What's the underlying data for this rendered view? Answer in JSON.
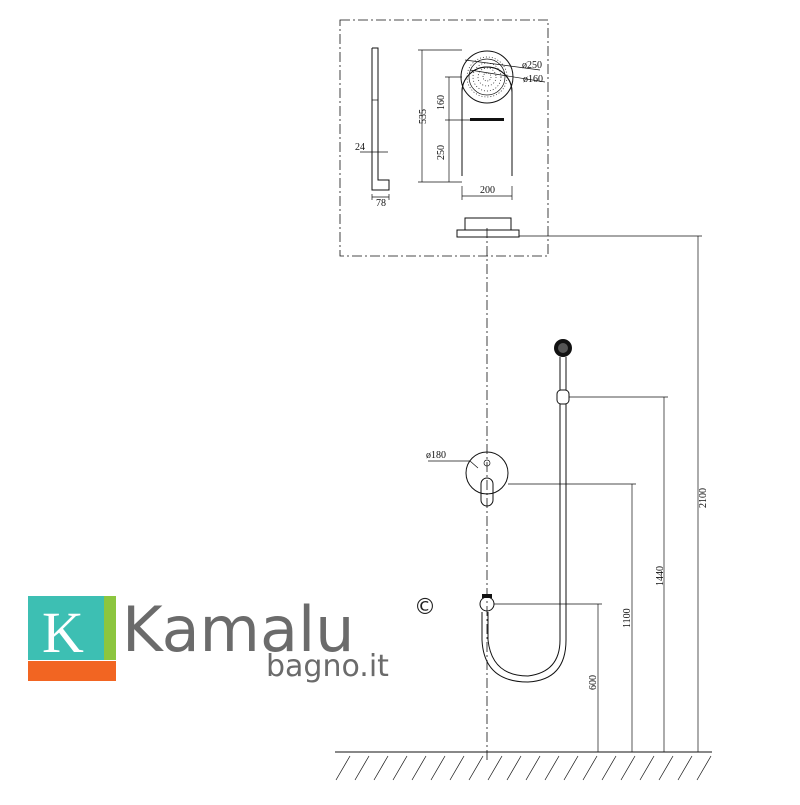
{
  "dimensions": {
    "d250": "ø250",
    "d160": "ø160",
    "d535": "535",
    "d160v": "160",
    "d250v": "250",
    "d200": "200",
    "d24": "24",
    "d78": "78",
    "d180": "ø180",
    "h2100": "2100",
    "h1440": "1440",
    "h1100": "1100",
    "h600": "600"
  },
  "logo": {
    "letter": "K",
    "brand": "Kamalu",
    "copyright": "©",
    "domain": "bagno.it",
    "colors": {
      "teal": "#3dbfb3",
      "green": "#8cc63f",
      "orange": "#f26522",
      "text": "#6b6b6b"
    }
  }
}
